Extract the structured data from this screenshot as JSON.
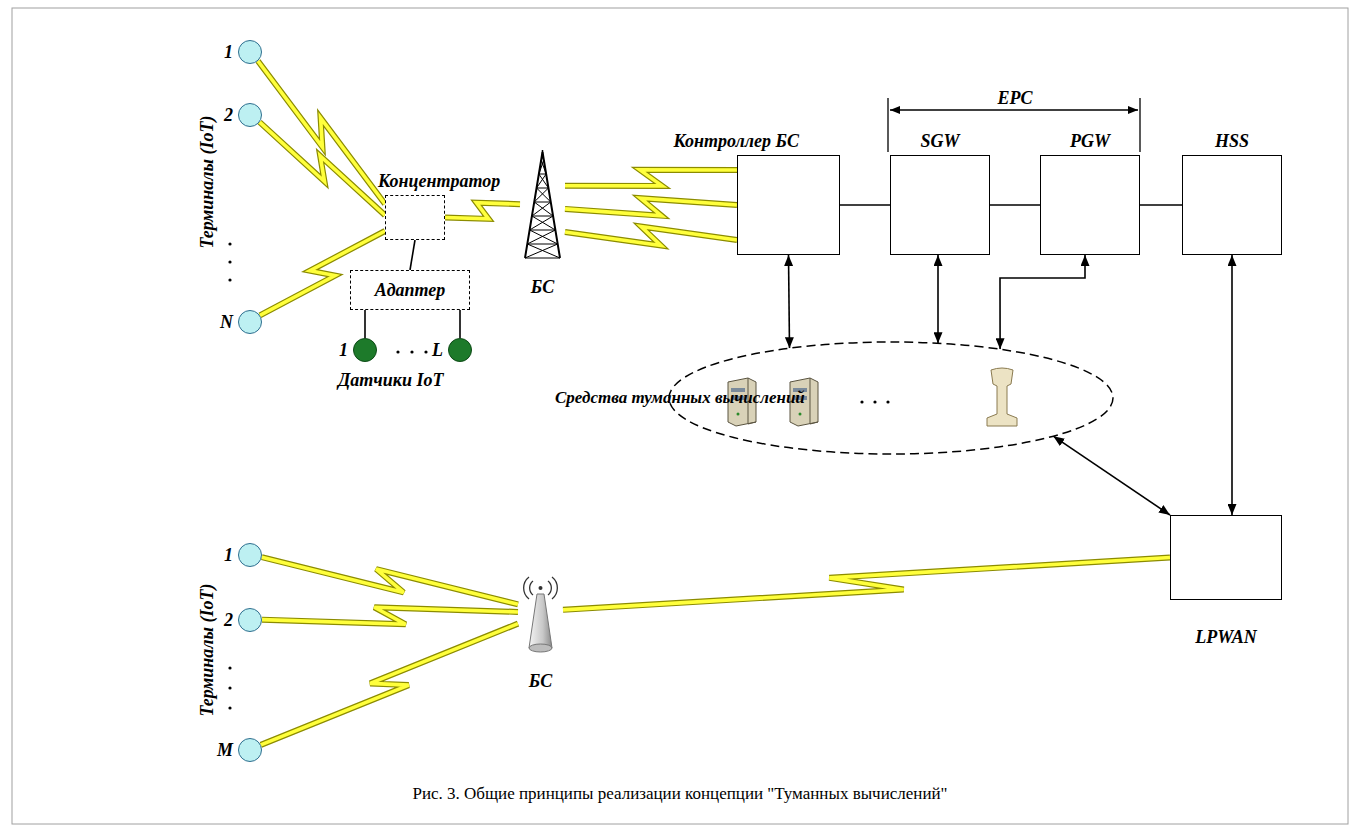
{
  "diagram": {
    "caption": "Рис. 3. Общие принципы реализации концепции \"Туманных вычислений\"",
    "nodes": [
      {
        "text": [
          "1"
        ]
      },
      {
        "text": [
          "2"
        ]
      },
      {
        "text": [
          "N"
        ]
      },
      {
        "text": [
          "Концентратор"
        ]
      },
      {
        "text": [
          "Адаптер"
        ]
      },
      {
        "text": [
          "1"
        ]
      },
      {
        "text": [
          "L"
        ]
      },
      {
        "text": [
          "БС"
        ]
      },
      {
        "text": [
          "Контроллер БС"
        ]
      },
      {
        "text": [
          "SGW"
        ]
      },
      {
        "text": [
          "PGW"
        ]
      },
      {
        "text": [
          "HSS"
        ]
      },
      {
        "text": [
          "Средства туманных вычислений"
        ]
      },
      {
        "text": [
          "1"
        ]
      },
      {
        "text": [
          "2"
        ]
      },
      {
        "text": [
          "M"
        ]
      },
      {
        "text": [
          "БС"
        ]
      },
      {
        "text": [
          "LPWAN"
        ]
      }
    ],
    "edges": [
      {
        "from": 0,
        "to": 3,
        "arrow": "none"
      },
      {
        "from": 1,
        "to": 3,
        "arrow": "none"
      },
      {
        "from": 2,
        "to": 3,
        "arrow": "none"
      },
      {
        "from": 3,
        "to": 7,
        "arrow": "none"
      },
      {
        "from": 7,
        "to": 8,
        "arrow": "none"
      },
      {
        "from": 7,
        "to": 8,
        "arrow": "none"
      },
      {
        "from": 7,
        "to": 8,
        "arrow": "none"
      },
      {
        "from": 3,
        "to": 4,
        "arrow": "none"
      },
      {
        "from": 4,
        "to": 5,
        "arrow": "none"
      },
      {
        "from": 4,
        "to": 6,
        "arrow": "none"
      },
      {
        "from": 8,
        "to": 9,
        "arrow": "none"
      },
      {
        "from": 9,
        "to": 10,
        "arrow": "none"
      },
      {
        "from": 10,
        "to": 11,
        "arrow": "none"
      },
      {
        "from": 8,
        "to": 12,
        "arrow": "both"
      },
      {
        "from": 9,
        "to": 12,
        "arrow": "both"
      },
      {
        "from": 10,
        "to": 12,
        "arrow": "both"
      },
      {
        "from": 11,
        "to": 17,
        "arrow": "both"
      },
      {
        "from": 12,
        "to": 17,
        "arrow": "both"
      },
      {
        "from": 13,
        "to": 16,
        "arrow": "none"
      },
      {
        "from": 14,
        "to": 16,
        "arrow": "none"
      },
      {
        "from": 15,
        "to": 16,
        "arrow": "none"
      },
      {
        "from": 16,
        "to": 17,
        "arrow": "none"
      }
    ],
    "labels": [
      "Терминалы (IoT)",
      "Датчики IoT",
      "EPC",
      "Терминалы (IoT)"
    ]
  }
}
